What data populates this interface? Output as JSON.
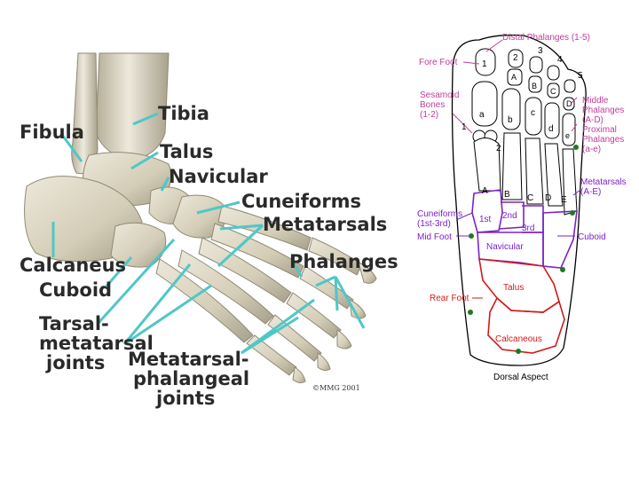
{
  "left_figure": {
    "labels": {
      "tibia": "Tibia",
      "fibula": "Fibula",
      "talus": "Talus",
      "navicular": "Navicular",
      "cuneiforms": "Cuneiforms",
      "metatarsals": "Metatarsals",
      "calcaneus": "Calcaneus",
      "phalanges": "Phalanges",
      "cuboid": "Cuboid",
      "tarsal_1": "Tarsal-",
      "tarsal_2": "metatarsal",
      "tarsal_3": "joints",
      "mtp_1": "Metatarsal-",
      "mtp_2": "phalangeal",
      "mtp_3": "joints",
      "copyright": "©MMG 2001"
    }
  },
  "right_figure": {
    "labels": {
      "distal_phalanges": "Distal Phalanges (1-5)",
      "fore_foot": "Fore Foot",
      "sesamoid_1": "Sesamoid",
      "sesamoid_2": "Bones",
      "sesamoid_3": "(1-2)",
      "middle_1": "Middle",
      "middle_2": "Phalanges",
      "middle_3": "(A-D)",
      "proximal_1": "Proximal",
      "proximal_2": "Phalanges",
      "proximal_3": "(a-e)",
      "metatarsals_1": "Metatarsals",
      "metatarsals_2": "(A-E)",
      "cuneiforms_1": "Cuneiforms",
      "cuneiforms_2": "(1st-3rd)",
      "mid_foot": "Mid Foot",
      "cuboid": "Cuboid",
      "navicular": "Navicular",
      "rear_foot": "Rear Foot",
      "talus": "Talus",
      "calcaneous": "Calcaneous",
      "dorsal_aspect": "Dorsal Aspect",
      "cun_1st": "1st",
      "cun_2nd": "2nd",
      "cun_3rd": "3rd"
    },
    "toe_numbers": [
      "1",
      "2",
      "3",
      "4",
      "5"
    ],
    "middle_letters": [
      "A",
      "B",
      "C",
      "D"
    ],
    "proximal_letters": [
      "a",
      "b",
      "c",
      "d",
      "e"
    ],
    "metatarsal_letters": [
      "A",
      "B",
      "C",
      "D",
      "E"
    ],
    "sesamoid_number": "1",
    "sesamoid_number_2": "2"
  },
  "colors": {
    "bone": "#d9d3bf",
    "bone_shadow": "#9a9482",
    "leader_cyan": "#4fc7c7",
    "outline_black": "#000000",
    "forefoot_pink": "#c23c9a",
    "midfoot_purple": "#7a22c8",
    "rearfoot_red": "#d11a1a",
    "dot_green": "#1d7a1d"
  }
}
